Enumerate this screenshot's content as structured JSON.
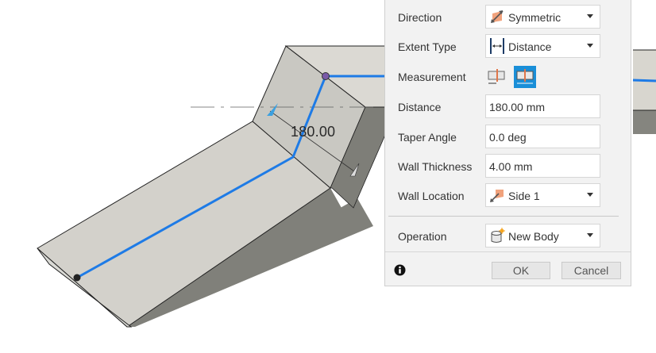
{
  "viewport": {
    "dimension_value": "180.00"
  },
  "dialog": {
    "rows": {
      "direction": {
        "label": "Direction",
        "value": "Symmetric",
        "icon": "symmetric-direction-icon"
      },
      "extent_type": {
        "label": "Extent Type",
        "value": "Distance",
        "icon": "distance-extent-icon"
      },
      "measurement": {
        "label": "Measurement",
        "options": [
          "half-length-icon",
          "whole-length-icon"
        ],
        "selected_index": 1
      },
      "distance": {
        "label": "Distance",
        "value": "180.00 mm"
      },
      "taper_angle": {
        "label": "Taper Angle",
        "value": "0.0 deg"
      },
      "wall_thickness": {
        "label": "Wall Thickness",
        "value": "4.00 mm"
      },
      "wall_location": {
        "label": "Wall Location",
        "value": "Side 1",
        "icon": "side-one-icon"
      },
      "operation": {
        "label": "Operation",
        "value": "New Body",
        "icon": "new-body-icon"
      }
    },
    "footer": {
      "info_icon": "info-icon",
      "ok_label": "OK",
      "cancel_label": "Cancel"
    }
  },
  "colors": {
    "accent": "#1a8fd8",
    "sketch_line": "#1e7be6",
    "dialog_bg": "#f2f2f2",
    "face_light": "#d4d2cd",
    "face_dark": "#84847e"
  }
}
